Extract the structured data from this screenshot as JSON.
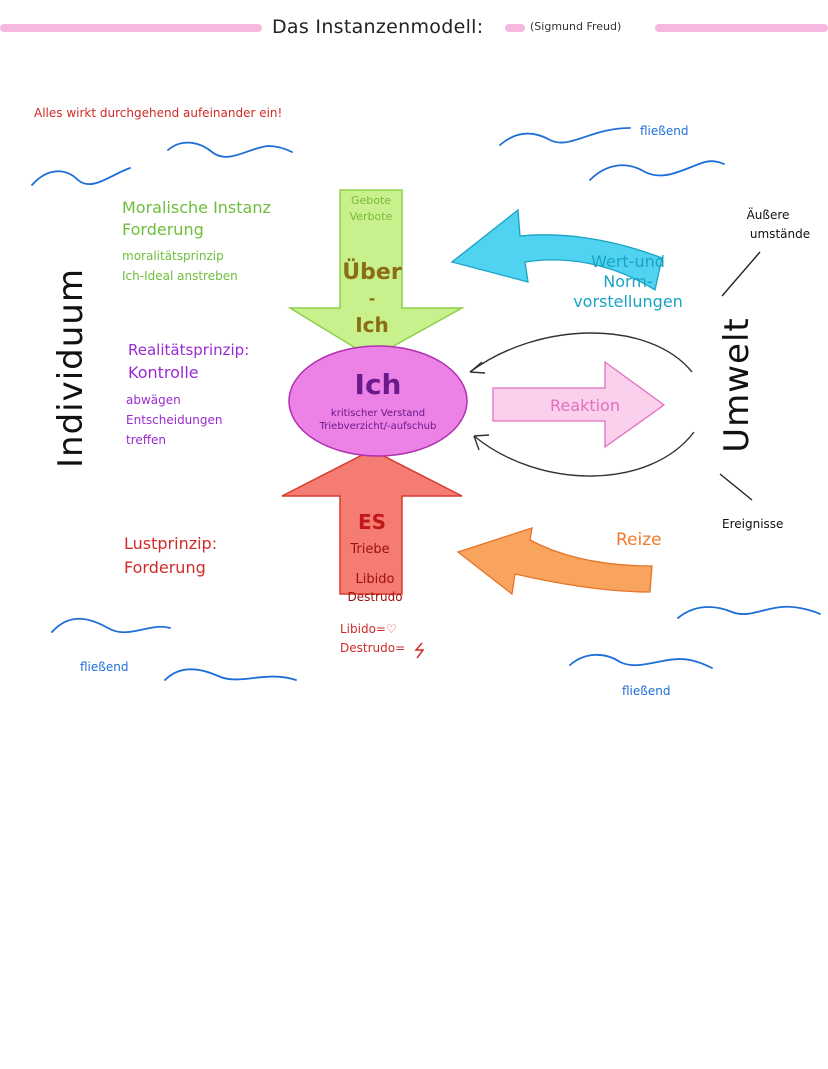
{
  "header": {
    "title": "Das Instanzenmodell:",
    "subtitle": "(Sigmund Freud)"
  },
  "note_top": "Alles wirkt durchgehend aufeinander ein!",
  "flow_labels": [
    "fließend",
    "fließend",
    "fließend"
  ],
  "left_label": "Individuum",
  "right_label": "Umwelt",
  "ueber_ich": {
    "box_line1": "Gebote",
    "box_line2": "Verbote",
    "name1": "Über",
    "name2": "-",
    "name3": "Ich",
    "desc1": "Moralische Instanz",
    "desc2": "Forderung",
    "desc3": "moralitätsprinzip",
    "desc4": "Ich-Ideal anstreben"
  },
  "ich": {
    "name": "Ich",
    "sub1": "kritischer Verstand",
    "sub2": "Triebverzicht/-aufschub",
    "desc1": "Realitätsprinzip:",
    "desc2": "Kontrolle",
    "desc3": "abwägen",
    "desc4": "Entscheidungen",
    "desc5": "treffen"
  },
  "es": {
    "name": "ES",
    "line1": "Triebe",
    "line2": "Libido",
    "line3": "Destrudo",
    "note1": "Libido=♡",
    "note2": "Destrudo=",
    "desc1": "Lustprinzip:",
    "desc2": "Forderung"
  },
  "umwelt": {
    "werte1": "Wert-und",
    "werte2": "Norm-",
    "werte3": "vorstellungen",
    "reaktion": "Reaktion",
    "reize": "Reize",
    "aeussere1": "Äußere",
    "aeussere2": "umstände",
    "ereignisse": "Ereignisse"
  },
  "colors": {
    "ueber_ich_fill": "#c8f08c",
    "ich_fill": "#ec82e6",
    "es_fill": "#f47c72",
    "werte_arrow": "#4fd3f0",
    "reaktion_arrow": "#fbd0ec",
    "reize_arrow": "#f8a45e",
    "title_bar": "#f7b8e0",
    "waves": "#1e6ed8"
  }
}
